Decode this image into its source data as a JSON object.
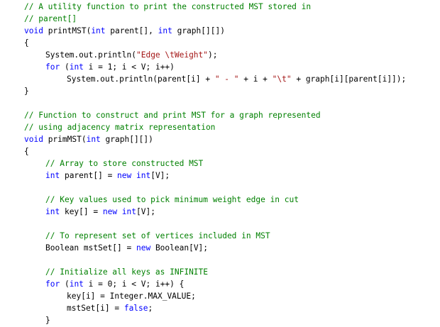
{
  "code": {
    "language": "java",
    "lines": [
      {
        "indent": 0,
        "tokens": [
          {
            "t": "cm",
            "v": "// A utility function to print the constructed MST stored in"
          }
        ]
      },
      {
        "indent": 0,
        "tokens": [
          {
            "t": "cm",
            "v": "// parent[]"
          }
        ]
      },
      {
        "indent": 0,
        "tokens": [
          {
            "t": "kw",
            "v": "void "
          },
          {
            "t": "tx",
            "v": "printMST("
          },
          {
            "t": "kw",
            "v": "int "
          },
          {
            "t": "tx",
            "v": "parent[], "
          },
          {
            "t": "kw",
            "v": "int "
          },
          {
            "t": "tx",
            "v": "graph[][])"
          }
        ]
      },
      {
        "indent": 0,
        "tokens": [
          {
            "t": "tx",
            "v": "{"
          }
        ]
      },
      {
        "indent": 1,
        "tokens": [
          {
            "t": "tx",
            "v": "System.out.println("
          },
          {
            "t": "st",
            "v": "\"Edge \\tWeight\""
          },
          {
            "t": "tx",
            "v": ");"
          }
        ]
      },
      {
        "indent": 1,
        "tokens": [
          {
            "t": "kw",
            "v": "for "
          },
          {
            "t": "tx",
            "v": "("
          },
          {
            "t": "kw",
            "v": "int "
          },
          {
            "t": "tx",
            "v": "i = 1; i < V; i++)"
          }
        ]
      },
      {
        "indent": 2,
        "tokens": [
          {
            "t": "tx",
            "v": "System.out.println(parent[i] + "
          },
          {
            "t": "st",
            "v": "\" - \""
          },
          {
            "t": "tx",
            "v": " + i + "
          },
          {
            "t": "st",
            "v": "\"\\t\""
          },
          {
            "t": "tx",
            "v": " + graph[i][parent[i]]);"
          }
        ]
      },
      {
        "indent": 0,
        "tokens": [
          {
            "t": "tx",
            "v": "}"
          }
        ]
      },
      {
        "indent": 0,
        "tokens": []
      },
      {
        "indent": 0,
        "tokens": [
          {
            "t": "cm",
            "v": "// Function to construct and print MST for a graph represented"
          }
        ]
      },
      {
        "indent": 0,
        "tokens": [
          {
            "t": "cm",
            "v": "// using adjacency matrix representation"
          }
        ]
      },
      {
        "indent": 0,
        "tokens": [
          {
            "t": "kw",
            "v": "void "
          },
          {
            "t": "tx",
            "v": "primMST("
          },
          {
            "t": "kw",
            "v": "int "
          },
          {
            "t": "tx",
            "v": "graph[][])"
          }
        ]
      },
      {
        "indent": 0,
        "tokens": [
          {
            "t": "tx",
            "v": "{"
          }
        ]
      },
      {
        "indent": 1,
        "tokens": [
          {
            "t": "cm",
            "v": "// Array to store constructed MST"
          }
        ]
      },
      {
        "indent": 1,
        "tokens": [
          {
            "t": "kw",
            "v": "int "
          },
          {
            "t": "tx",
            "v": "parent[] = "
          },
          {
            "t": "kw",
            "v": "new int"
          },
          {
            "t": "tx",
            "v": "[V];"
          }
        ]
      },
      {
        "indent": 0,
        "tokens": []
      },
      {
        "indent": 1,
        "tokens": [
          {
            "t": "cm",
            "v": "// Key values used to pick minimum weight edge in cut"
          }
        ]
      },
      {
        "indent": 1,
        "tokens": [
          {
            "t": "kw",
            "v": "int "
          },
          {
            "t": "tx",
            "v": "key[] = "
          },
          {
            "t": "kw",
            "v": "new int"
          },
          {
            "t": "tx",
            "v": "[V];"
          }
        ]
      },
      {
        "indent": 0,
        "tokens": []
      },
      {
        "indent": 1,
        "tokens": [
          {
            "t": "cm",
            "v": "// To represent set of vertices included in MST"
          }
        ]
      },
      {
        "indent": 1,
        "tokens": [
          {
            "t": "tx",
            "v": "Boolean mstSet[] = "
          },
          {
            "t": "kw",
            "v": "new "
          },
          {
            "t": "tx",
            "v": "Boolean[V];"
          }
        ]
      },
      {
        "indent": 0,
        "tokens": []
      },
      {
        "indent": 1,
        "tokens": [
          {
            "t": "cm",
            "v": "// Initialize all keys as INFINITE"
          }
        ]
      },
      {
        "indent": 1,
        "tokens": [
          {
            "t": "kw",
            "v": "for "
          },
          {
            "t": "tx",
            "v": "("
          },
          {
            "t": "kw",
            "v": "int "
          },
          {
            "t": "tx",
            "v": "i = 0; i < V; i++) {"
          }
        ]
      },
      {
        "indent": 2,
        "tokens": [
          {
            "t": "tx",
            "v": "key[i] = Integer.MAX_VALUE;"
          }
        ]
      },
      {
        "indent": 2,
        "tokens": [
          {
            "t": "tx",
            "v": "mstSet[i] = "
          },
          {
            "t": "kw",
            "v": "false"
          },
          {
            "t": "tx",
            "v": ";"
          }
        ]
      },
      {
        "indent": 1,
        "tokens": [
          {
            "t": "tx",
            "v": "}"
          }
        ]
      }
    ]
  },
  "colors": {
    "comment": "#008000",
    "keyword": "#0000ff",
    "string": "#a31515",
    "text": "#000000",
    "background": "#ffffff"
  }
}
